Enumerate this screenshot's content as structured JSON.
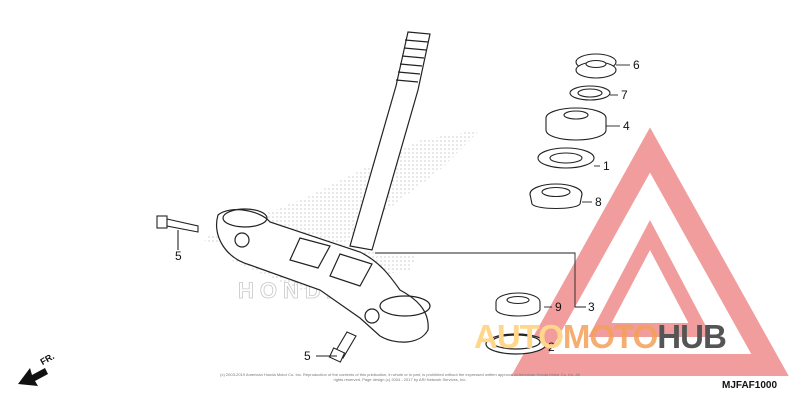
{
  "diagram_code": "MJFAF1000",
  "direction_label": "FR.",
  "copyright": "(c) 2003-2019 American Honda Motor Co. Inc. Reproduction of the contents of this publication, in whole or in part, is prohibited without the expressed written approval of American Honda Motor Co. Inc. All rights reserved. Page design (c) 2004 - 2017 by ARI Network Services, Inc.",
  "watermark": {
    "part1": "AUTO",
    "part2": "MOTO",
    "part3": "HUB"
  },
  "callouts": [
    "6",
    "7",
    "4",
    "1",
    "8",
    "5",
    "9",
    "3",
    "5",
    "2"
  ],
  "background_logo_text": "HONDA",
  "colors": {
    "line": "#222222",
    "watermark_red": "#f08c8c",
    "watermark_orange": "#f4a05a",
    "watermark_yellow": "#ffd68a"
  }
}
